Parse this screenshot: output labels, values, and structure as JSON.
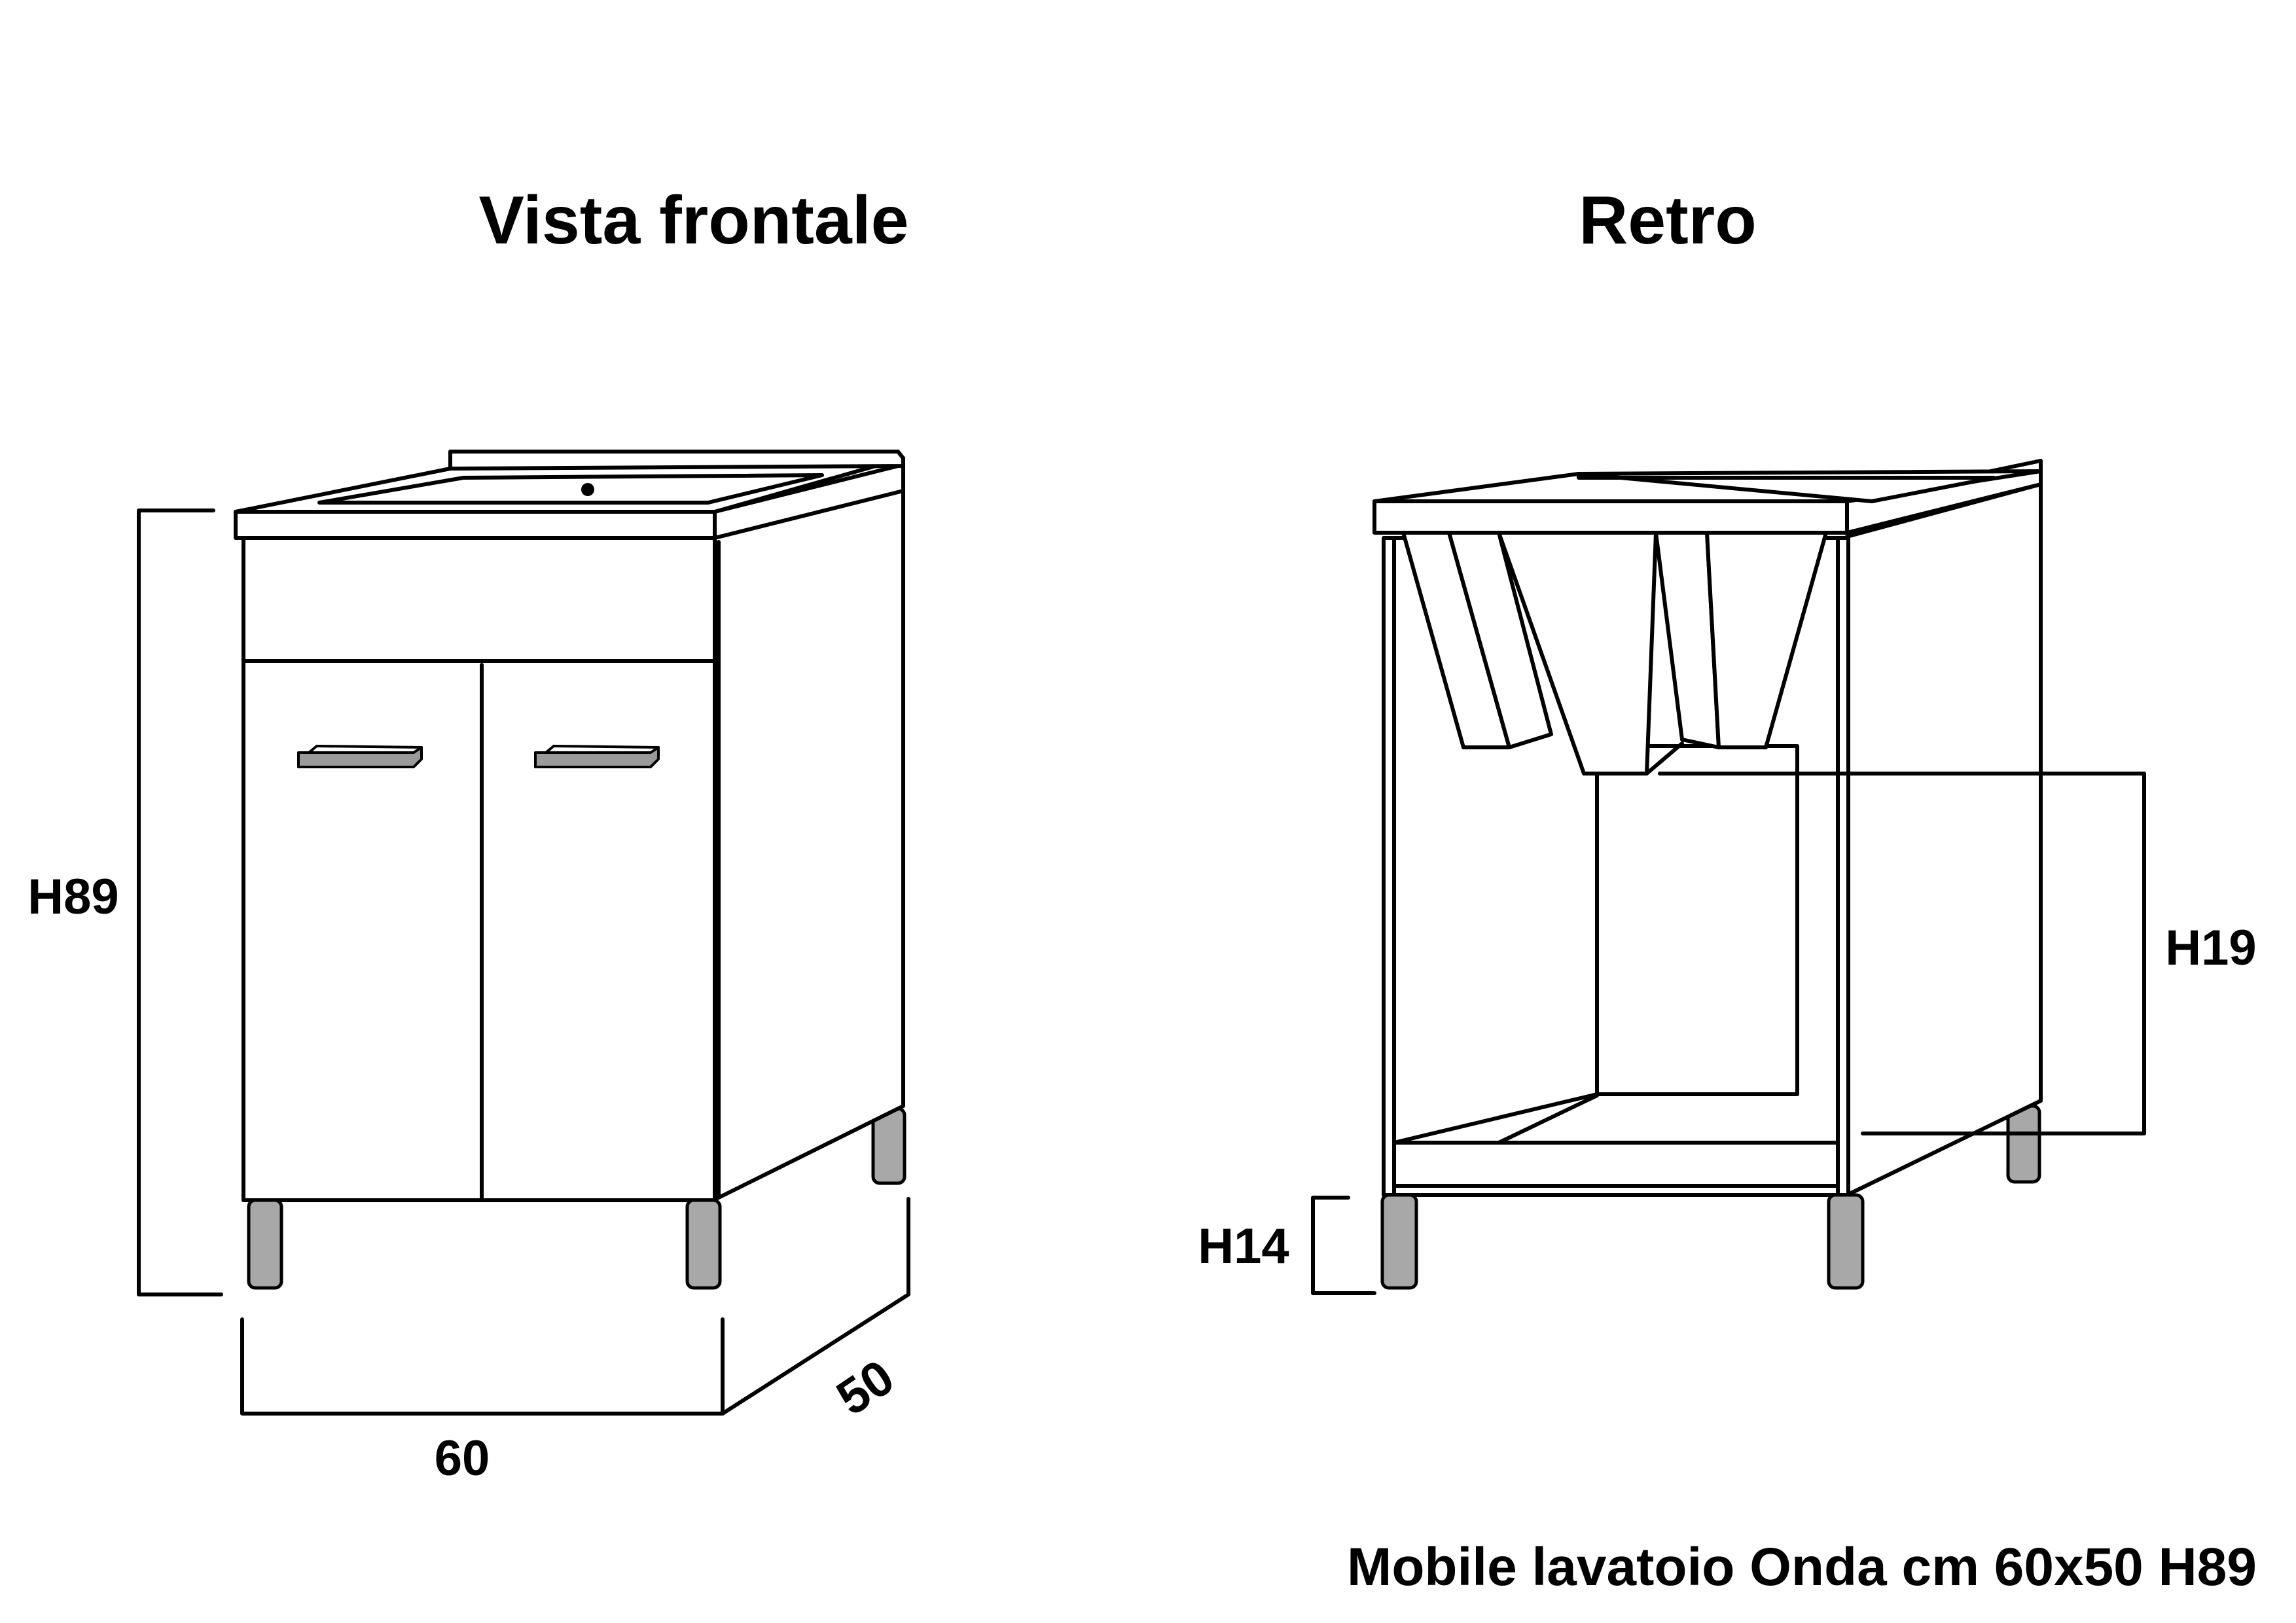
{
  "titles": {
    "front": "Vista frontale",
    "back": "Retro"
  },
  "dimensions": {
    "height_total": "H89",
    "width": "60",
    "depth": "50",
    "height_basin": "H19",
    "height_legs": "H14"
  },
  "caption": "Mobile lavatoio Onda cm 60x50 H89",
  "colors": {
    "line": "#000000",
    "legs": "#a8a8a8",
    "handles": "#9a9a9a",
    "background": "#ffffff"
  }
}
